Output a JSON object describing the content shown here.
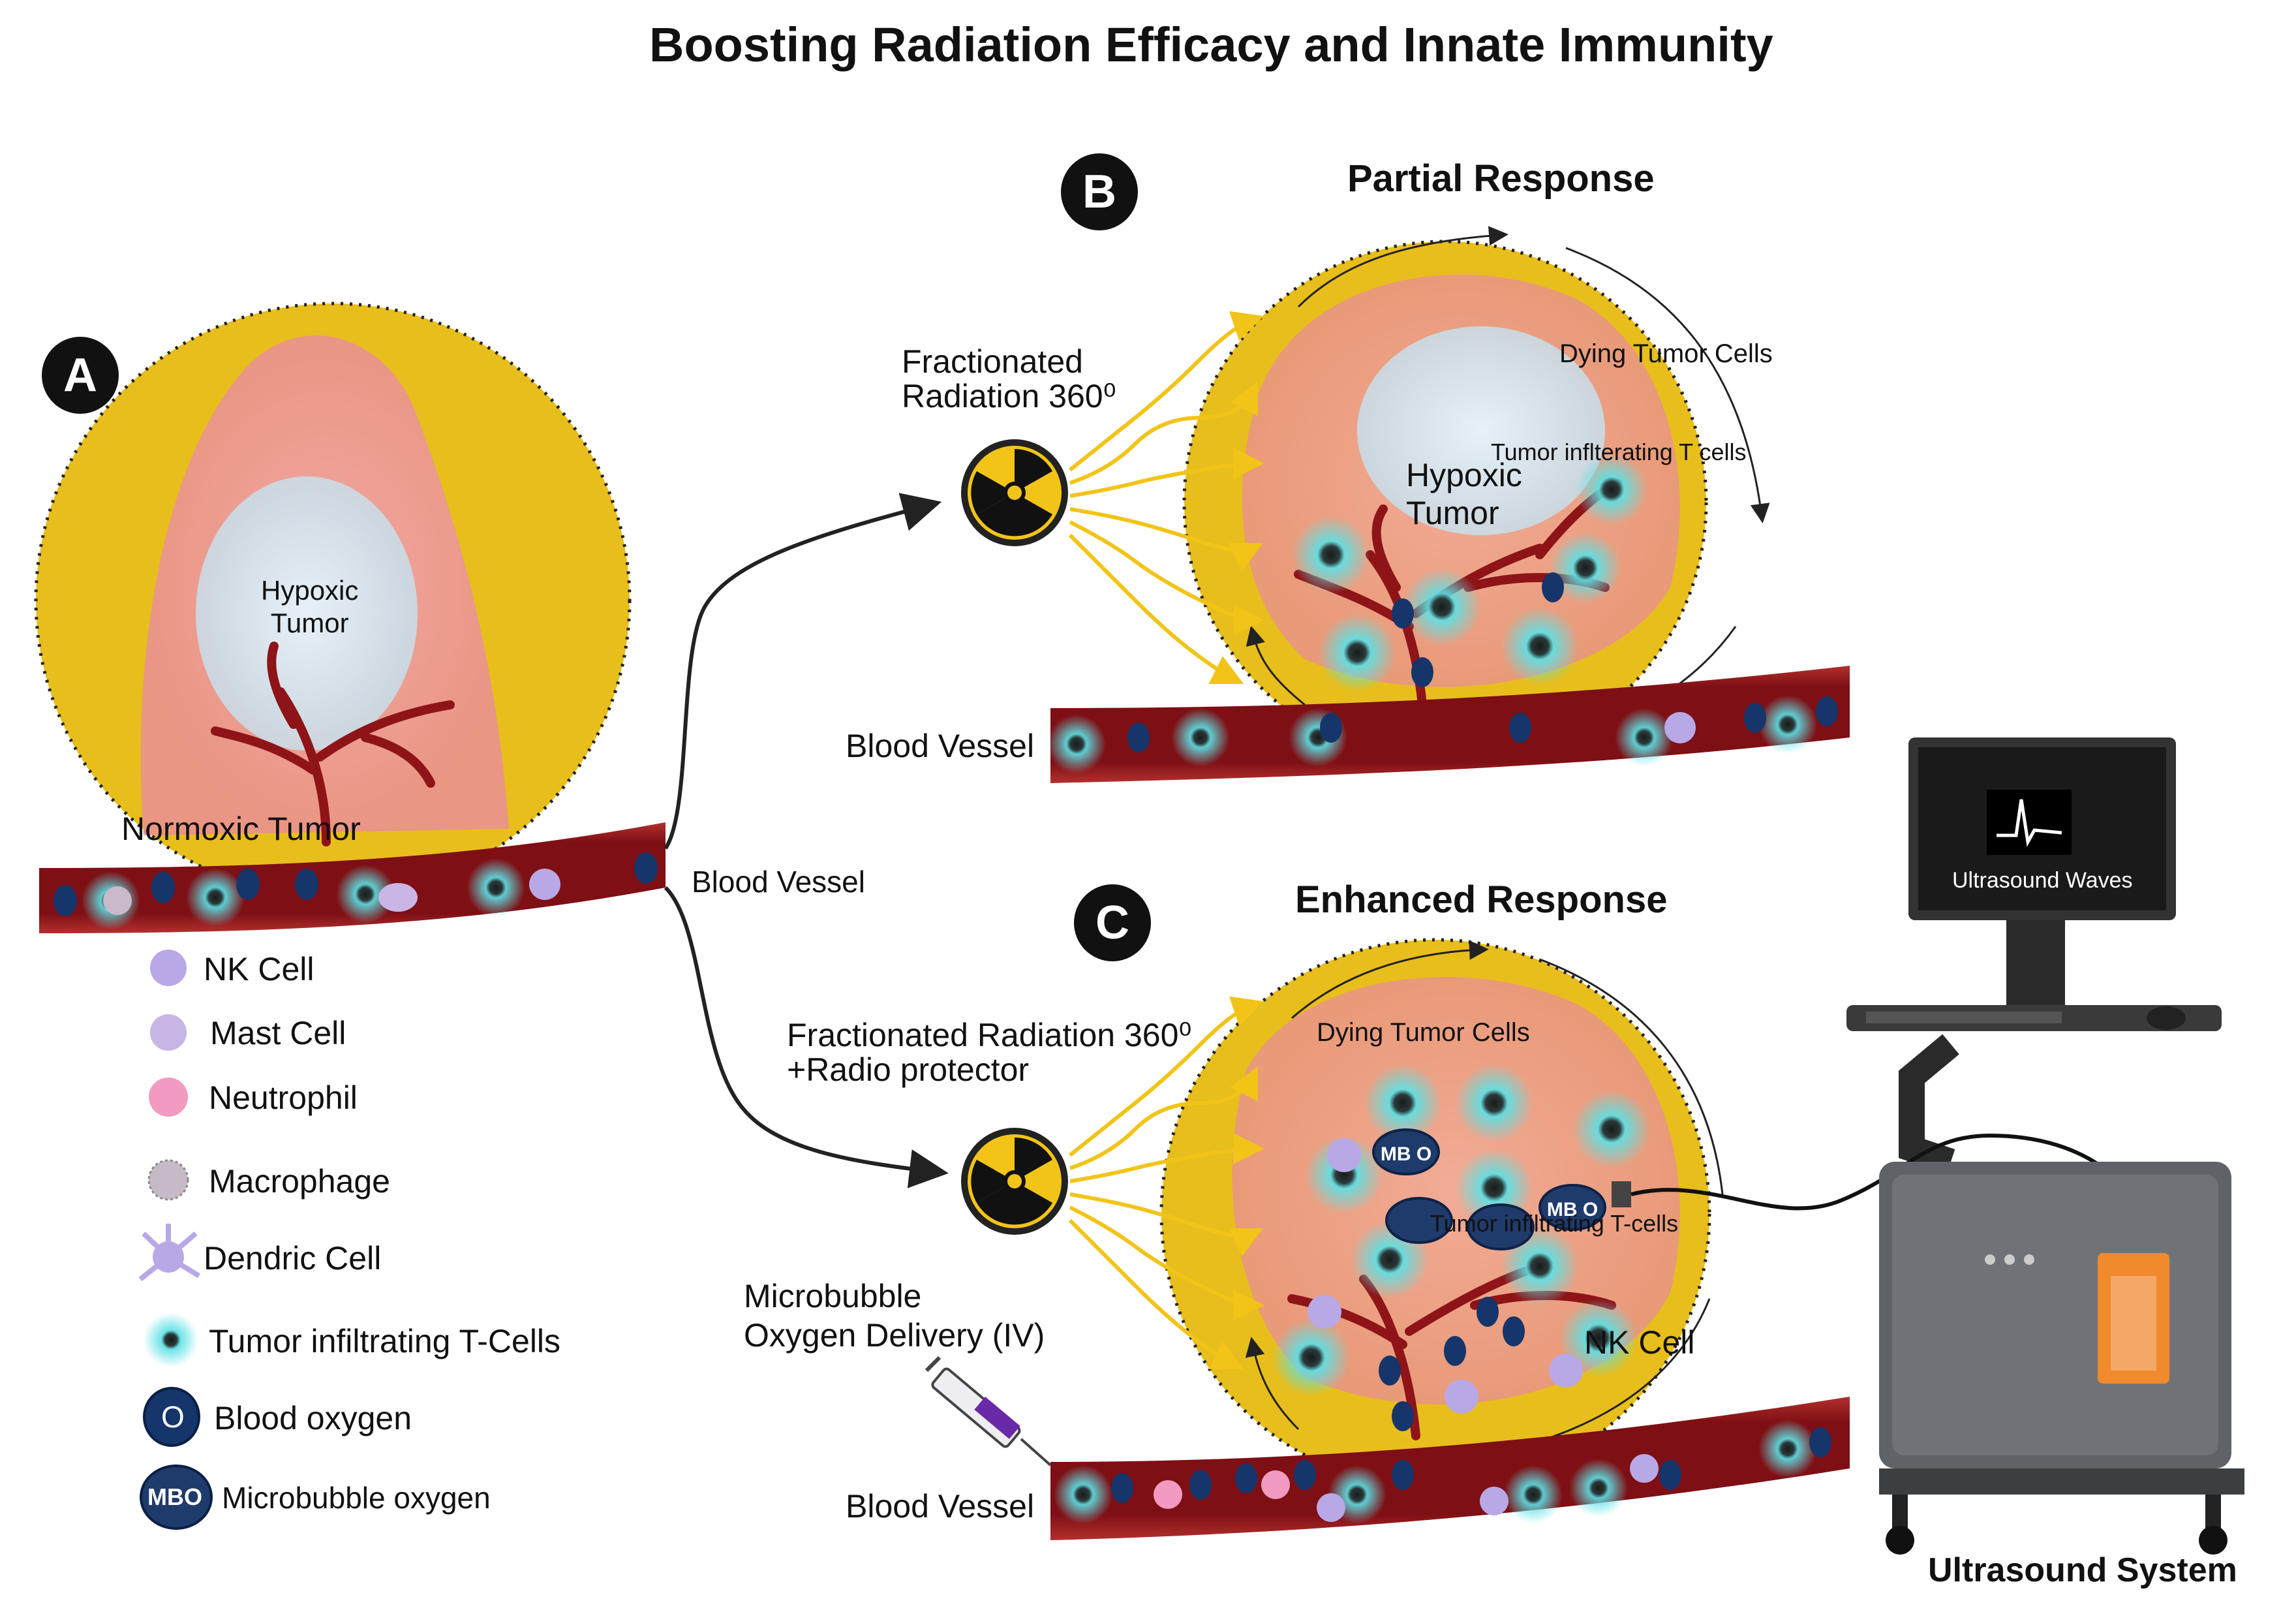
{
  "title": "Boosting Radiation Efficacy and Innate Immunity",
  "panel_a": {
    "letter": "A",
    "hypoxic_tumor": "Hypoxic\nTumor",
    "normoxic_tumor": "Normoxic Tumor",
    "blood_vessel": "Blood Vessel"
  },
  "panel_b": {
    "letter": "B",
    "heading": "Partial Response",
    "radiation": "Fractionated\nRadiation 360⁰",
    "dying_cells": "Dying Tumor Cells",
    "t_cells": "Tumor inflterating T cells",
    "hypoxic_tumor": "Hypoxic\nTumor",
    "blood_vessel": "Blood Vessel"
  },
  "panel_c": {
    "letter": "C",
    "heading": "Enhanced Response",
    "radiation": "Fractionated Radiation 360⁰\n+Radio protector",
    "dying_cells": "Dying Tumor Cells",
    "t_cells": "Tumor infiltrating T-cells",
    "nk_cell": "NK Cell",
    "microbubble": "Microbubble\nOxygen Delivery (IV)",
    "blood_vessel": "Blood Vessel",
    "mbo_label": "MB O"
  },
  "ultrasound": {
    "screen_label": "Ultrasound Waves",
    "system_label": "Ultrasound System"
  },
  "legend": [
    {
      "label": "NK Cell",
      "icon": "nk-cell-icon"
    },
    {
      "label": "Mast Cell",
      "icon": "mast-cell-icon"
    },
    {
      "label": "Neutrophil",
      "icon": "neutrophil-icon"
    },
    {
      "label": "Macrophage",
      "icon": "macrophage-icon"
    },
    {
      "label": "Dendric Cell",
      "icon": "dendritic-cell-icon"
    },
    {
      "label": "Tumor infiltrating T-Cells",
      "icon": "t-cell-icon"
    },
    {
      "label": "Blood oxygen",
      "icon": "blood-oxygen-icon",
      "glyph": "O"
    },
    {
      "label": "Microbubble oxygen",
      "icon": "microbubble-icon",
      "glyph": "MBO"
    }
  ],
  "colors": {
    "tumor_yellow": "#E8BE1C",
    "tumor_pink": "#F2A2A6",
    "hypoxic_blue": "#D6E8F2",
    "vessel_red": "#8E1418",
    "vessel_light": "#C84A46",
    "oxygen_blue": "#15356B",
    "t_cell_glow": "#5CE1E6",
    "radiation_ray": "#F2C418",
    "ultrasound_body": "#6B6E72",
    "ultrasound_accent": "#F08A2C"
  }
}
